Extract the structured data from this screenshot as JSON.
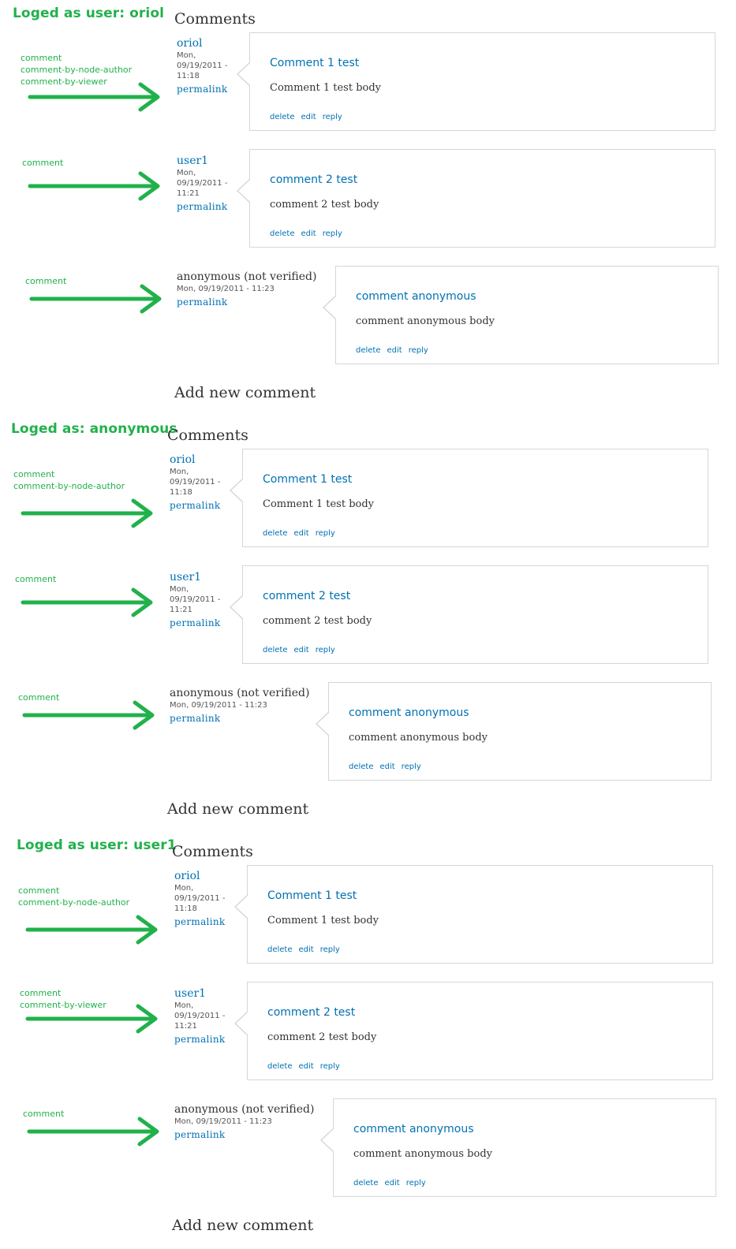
{
  "panels": [
    {
      "login_label": "Loged as user: oriol",
      "comments_heading": "Comments",
      "add_new_heading": "Add new comment",
      "comments": [
        {
          "classes": [
            "comment",
            "comment-by-node-author",
            "comment-by-viewer"
          ],
          "author": "oriol",
          "date": "Mon, 09/19/2011 - 11:18",
          "permalink": "permalink",
          "title": "Comment 1 test",
          "body": "Comment 1 test body",
          "links": {
            "delete": "delete",
            "edit": "edit",
            "reply": "reply"
          }
        },
        {
          "classes": [
            "comment"
          ],
          "author": "user1",
          "date": "Mon, 09/19/2011 - 11:21",
          "permalink": "permalink",
          "title": "comment 2 test",
          "body": "comment 2 test body",
          "links": {
            "delete": "delete",
            "edit": "edit",
            "reply": "reply"
          }
        },
        {
          "classes": [
            "comment"
          ],
          "author": "anonymous (not verified)",
          "date": "Mon, 09/19/2011 - 11:23",
          "permalink": "permalink",
          "title": "comment anonymous",
          "body": "comment anonymous body",
          "links": {
            "delete": "delete",
            "edit": "edit",
            "reply": "reply"
          }
        }
      ]
    },
    {
      "login_label": "Loged as: anonymous",
      "comments_heading": "Comments",
      "add_new_heading": "Add new comment",
      "comments": [
        {
          "classes": [
            "comment",
            "comment-by-node-author"
          ],
          "author": "oriol",
          "date": "Mon, 09/19/2011 - 11:18",
          "permalink": "permalink",
          "title": "Comment 1 test",
          "body": "Comment 1 test body",
          "links": {
            "delete": "delete",
            "edit": "edit",
            "reply": "reply"
          }
        },
        {
          "classes": [
            "comment"
          ],
          "author": "user1",
          "date": "Mon, 09/19/2011 - 11:21",
          "permalink": "permalink",
          "title": "comment 2 test",
          "body": "comment 2 test body",
          "links": {
            "delete": "delete",
            "edit": "edit",
            "reply": "reply"
          }
        },
        {
          "classes": [
            "comment"
          ],
          "author": "anonymous (not verified)",
          "date": "Mon, 09/19/2011 - 11:23",
          "permalink": "permalink",
          "title": "comment anonymous",
          "body": "comment anonymous body",
          "links": {
            "delete": "delete",
            "edit": "edit",
            "reply": "reply"
          }
        }
      ]
    },
    {
      "login_label": "Loged as user: user1",
      "comments_heading": "Comments",
      "add_new_heading": "Add new comment",
      "comments": [
        {
          "classes": [
            "comment",
            "comment-by-node-author"
          ],
          "author": "oriol",
          "date": "Mon, 09/19/2011 - 11:18",
          "permalink": "permalink",
          "title": "Comment 1 test",
          "body": "Comment 1 test body",
          "links": {
            "delete": "delete",
            "edit": "edit",
            "reply": "reply"
          }
        },
        {
          "classes": [
            "comment",
            "comment-by-viewer"
          ],
          "author": "user1",
          "date": "Mon, 09/19/2011 - 11:21",
          "permalink": "permalink",
          "title": "comment 2 test",
          "body": "comment 2 test body",
          "links": {
            "delete": "delete",
            "edit": "edit",
            "reply": "reply"
          }
        },
        {
          "classes": [
            "comment"
          ],
          "author": "anonymous (not verified)",
          "date": "Mon, 09/19/2011 - 11:23",
          "permalink": "permalink",
          "title": "comment anonymous",
          "body": "comment anonymous body",
          "links": {
            "delete": "delete",
            "edit": "edit",
            "reply": "reply"
          }
        }
      ]
    }
  ],
  "colors": {
    "annotation": "#21b14b",
    "link": "#0071b3",
    "text": "#333333",
    "border": "#d3d7d9"
  }
}
